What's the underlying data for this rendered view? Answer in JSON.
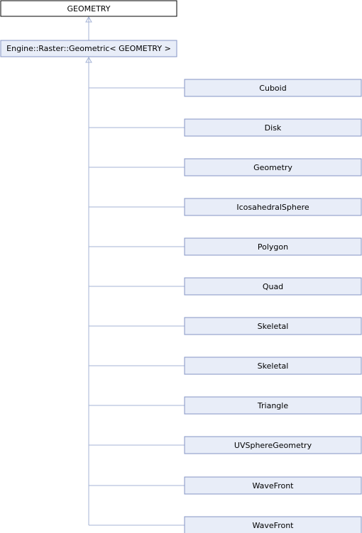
{
  "diagram": {
    "root": {
      "label": "GEOMETRY"
    },
    "base": {
      "label": "Engine::Raster::Geometric< GEOMETRY >"
    },
    "children": [
      {
        "label": "Cuboid"
      },
      {
        "label": "Disk"
      },
      {
        "label": "Geometry"
      },
      {
        "label": "IcosahedralSphere"
      },
      {
        "label": "Polygon"
      },
      {
        "label": "Quad"
      },
      {
        "label": "Skeletal"
      },
      {
        "label": "Skeletal"
      },
      {
        "label": "Triangle"
      },
      {
        "label": "UVSphereGeometry"
      },
      {
        "label": "WaveFront"
      },
      {
        "label": "WaveFront"
      }
    ]
  },
  "colors": {
    "root_fill": "#ffffff",
    "root_stroke": "#000000",
    "node_fill": "#e8edf8",
    "node_stroke": "#8494c4",
    "edge": "#a4b3d6"
  }
}
